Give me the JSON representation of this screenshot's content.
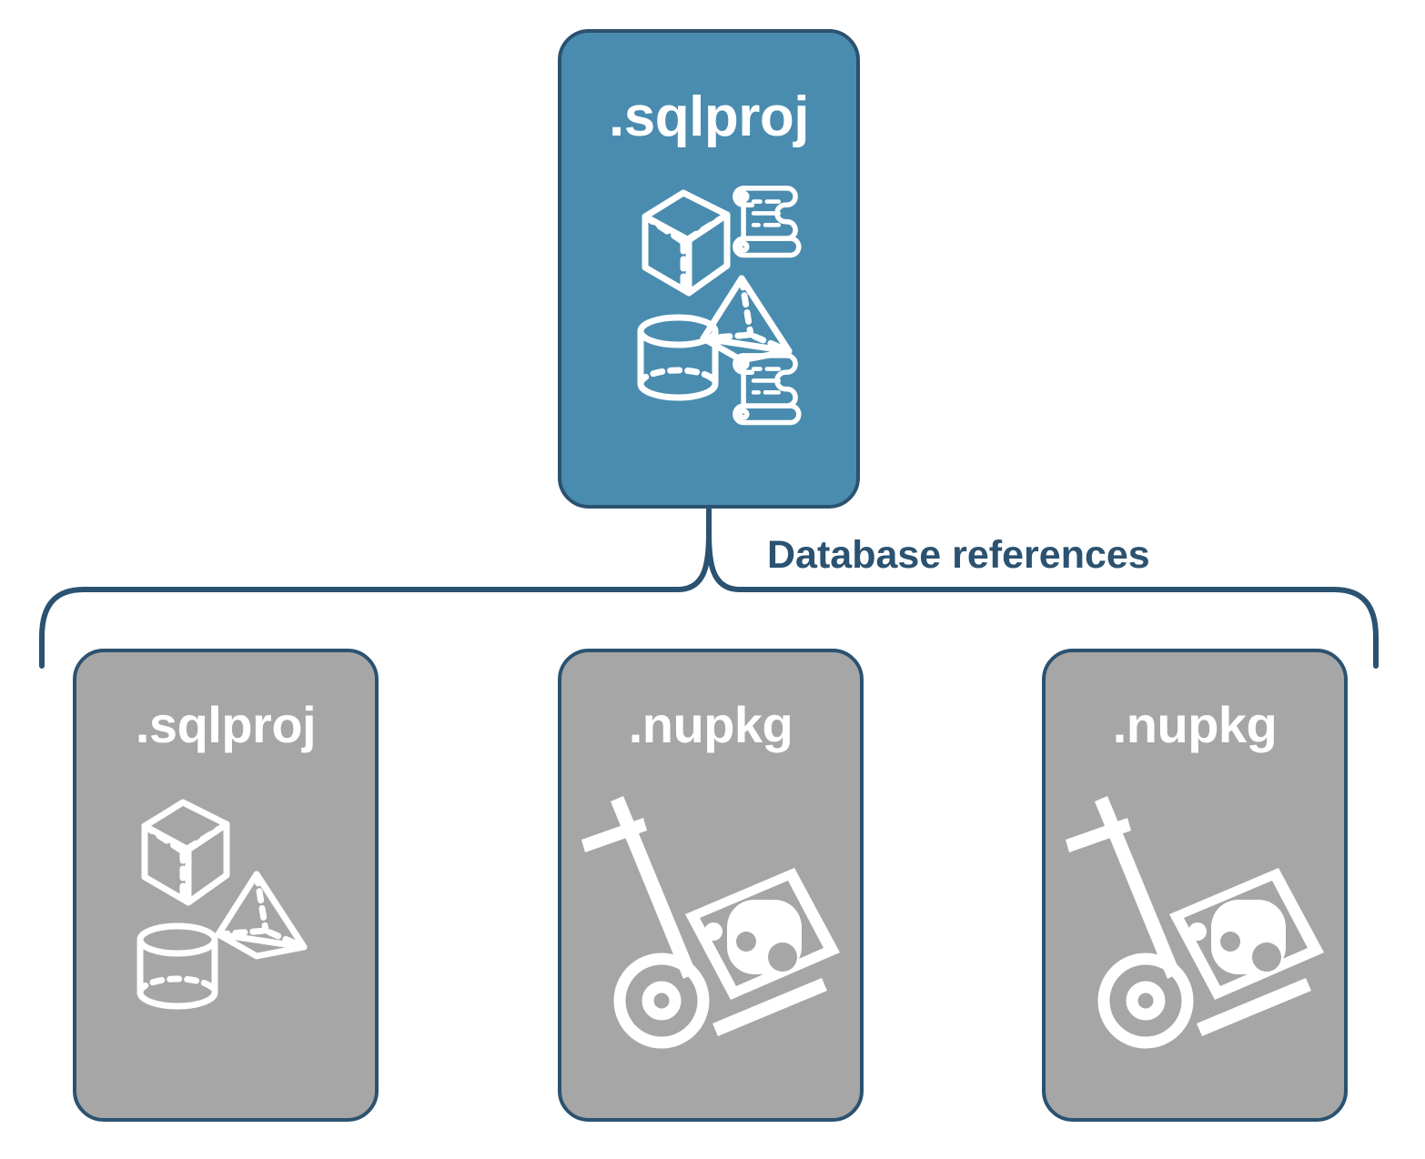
{
  "diagram": {
    "title_text": "Database references",
    "connector": {
      "name": "curly-brace-connector",
      "color": "#2B5270",
      "label": "Database references"
    },
    "colors": {
      "primary_fill": "#4A8CAF",
      "secondary_fill": "#A6A6A6",
      "border": "#2B5270",
      "label_text": "#2B5270",
      "icon_stroke": "#FFFFFF",
      "background": "#FFFFFF"
    },
    "nodes": [
      {
        "id": "root-sqlproj",
        "label": ".sqlproj",
        "role": "primary",
        "fill": "#4A8CAF",
        "icons": [
          "cube-icon",
          "scroll-icon",
          "pyramid-icon",
          "cylinder-icon",
          "scroll-icon"
        ]
      },
      {
        "id": "ref-sqlproj",
        "label": ".sqlproj",
        "role": "secondary",
        "fill": "#A6A6A6",
        "icons": [
          "cube-icon",
          "pyramid-icon",
          "cylinder-icon"
        ]
      },
      {
        "id": "ref-nupkg-1",
        "label": ".nupkg",
        "role": "secondary",
        "fill": "#A6A6A6",
        "icons": [
          "nuget-hand-truck-icon"
        ]
      },
      {
        "id": "ref-nupkg-2",
        "label": ".nupkg",
        "role": "secondary",
        "fill": "#A6A6A6",
        "icons": [
          "nuget-hand-truck-icon"
        ]
      }
    ]
  }
}
